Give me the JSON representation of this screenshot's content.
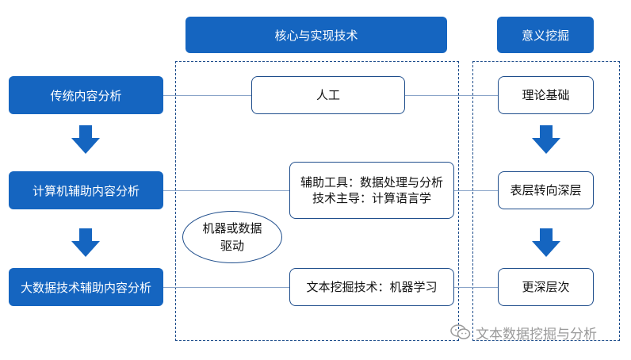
{
  "headers": {
    "core": "核心与实现技术",
    "meaning": "意义挖掘"
  },
  "left": {
    "stage1": "传统内容分析",
    "stage2": "计算机辅助内容分析",
    "stage3": "大数据技术辅助内容分析"
  },
  "middle": {
    "box1": "人工",
    "box2_line1": "辅助工具：数据处理与分析",
    "box2_line2": "技术主导：计算语言学",
    "ellipse_line1": "机器或数据",
    "ellipse_line2": "驱动",
    "box3": "文本挖掘技术：机器学习"
  },
  "right": {
    "box1": "理论基础",
    "box2": "表层转向深层",
    "box3": "更深层次"
  },
  "watermark": "文本数据挖掘与分析",
  "colors": {
    "primary": "#1565c0",
    "border": "#1f4e8c",
    "arrow": "#1565c0"
  }
}
